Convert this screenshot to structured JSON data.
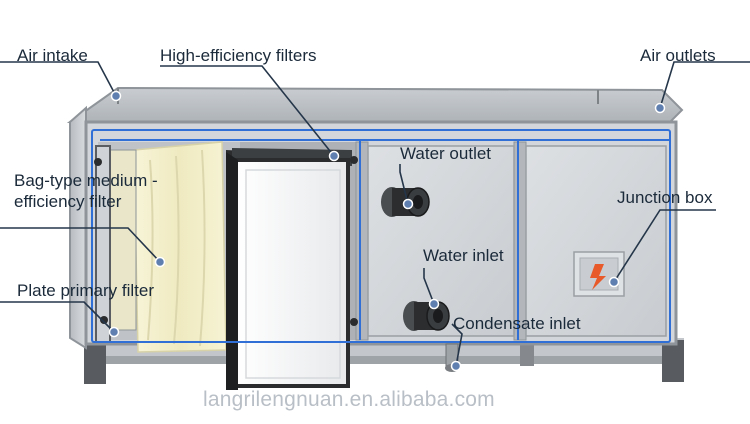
{
  "labels": {
    "air_intake": "Air intake",
    "hef_filters": "High-efficiency filters",
    "air_outlets": "Air outlets",
    "water_outlet": "Water outlet",
    "bag_filter": "Bag-type medium -efficiency filter",
    "junction_box": "Junction box",
    "water_inlet": "Water inlet",
    "plate_filter": "Plate primary filter",
    "condensate_inlet": "Condensate inlet"
  },
  "watermark": "langrilengnuan.en.alibaba.com",
  "colors": {
    "leader": "#25364a",
    "highlight": "#2f6fd6",
    "dot_fill": "#5f7fb0",
    "panel": "#d5d8dc",
    "frame": "#8e9499",
    "base": "#6b6f73",
    "bag": "#f4f1cf"
  }
}
